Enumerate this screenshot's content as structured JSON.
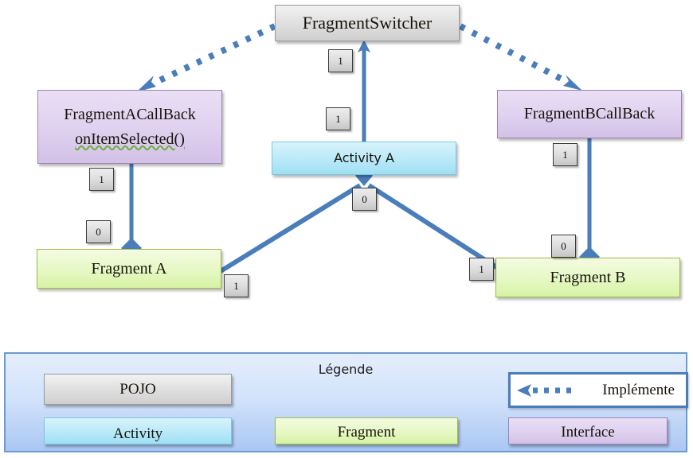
{
  "diagram": {
    "nodes": {
      "fragment_switcher": {
        "label": "FragmentSwitcher",
        "type": "POJO"
      },
      "fragment_a_callback": {
        "label": "FragmentACallBack",
        "method": "onItemSelected()",
        "type": "Interface"
      },
      "fragment_b_callback": {
        "label": "FragmentBCallBack",
        "type": "Interface"
      },
      "activity_a": {
        "label": "Activity A",
        "type": "Activity"
      },
      "fragment_a": {
        "label": "Fragment A",
        "type": "Fragment"
      },
      "fragment_b": {
        "label": "Fragment B",
        "type": "Fragment"
      }
    },
    "multiplicities": {
      "switcher_to_activity_top": "1",
      "switcher_to_activity_bottom": "1",
      "callback_a_top": "1",
      "callback_a_bottom": "0",
      "callback_b_top": "1",
      "callback_b_bottom": "0",
      "activity_center": "0",
      "activity_to_fragment_a": "1",
      "activity_to_fragment_b": "1"
    }
  },
  "legend": {
    "title": "Légende",
    "items": [
      {
        "label": "POJO",
        "style": "pojo"
      },
      {
        "label": "Activity",
        "style": "activity"
      },
      {
        "label": "Fragment",
        "style": "fragment"
      },
      {
        "label": "Interface",
        "style": "iface"
      },
      {
        "label": "Implémente",
        "style": "implements-arrow"
      }
    ]
  },
  "colors": {
    "connector_blue": "#4a7ebb",
    "pojo_fill": "#dedede",
    "activity_fill": "#b9e9f8",
    "fragment_fill": "#e6f8c4",
    "interface_fill": "#e0d2f0",
    "legend_fill": "#d3e3fb",
    "spellcheck_underline": "#6fae3e"
  }
}
